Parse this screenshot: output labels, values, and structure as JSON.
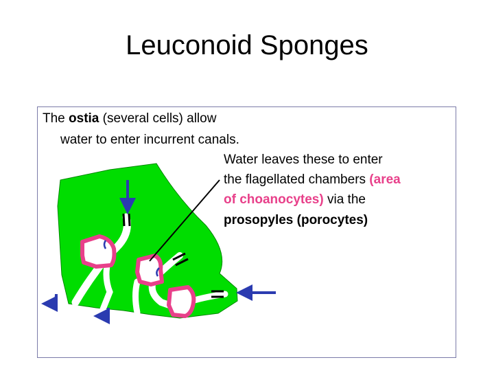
{
  "title": "Leuconoid Sponges",
  "text": {
    "line1_prefix": "The ",
    "line1_term": "ostia",
    "line1_suffix": " (several cells) allow",
    "line2": "water to enter incurrent canals.",
    "line3": "Water leaves these to enter",
    "line4_prefix": "the flagellated chambers ",
    "line4_highlight": "(area",
    "line5_highlight": "of choanocytes)",
    "line5_suffix": " via the",
    "line6": "prosopyles (porocytes)"
  },
  "colors": {
    "sponge_body": "#00dd00",
    "chamber": "#e8408a",
    "arrow": "#2b3bb0",
    "canal": "#ffffff",
    "pointer": "#000000"
  }
}
